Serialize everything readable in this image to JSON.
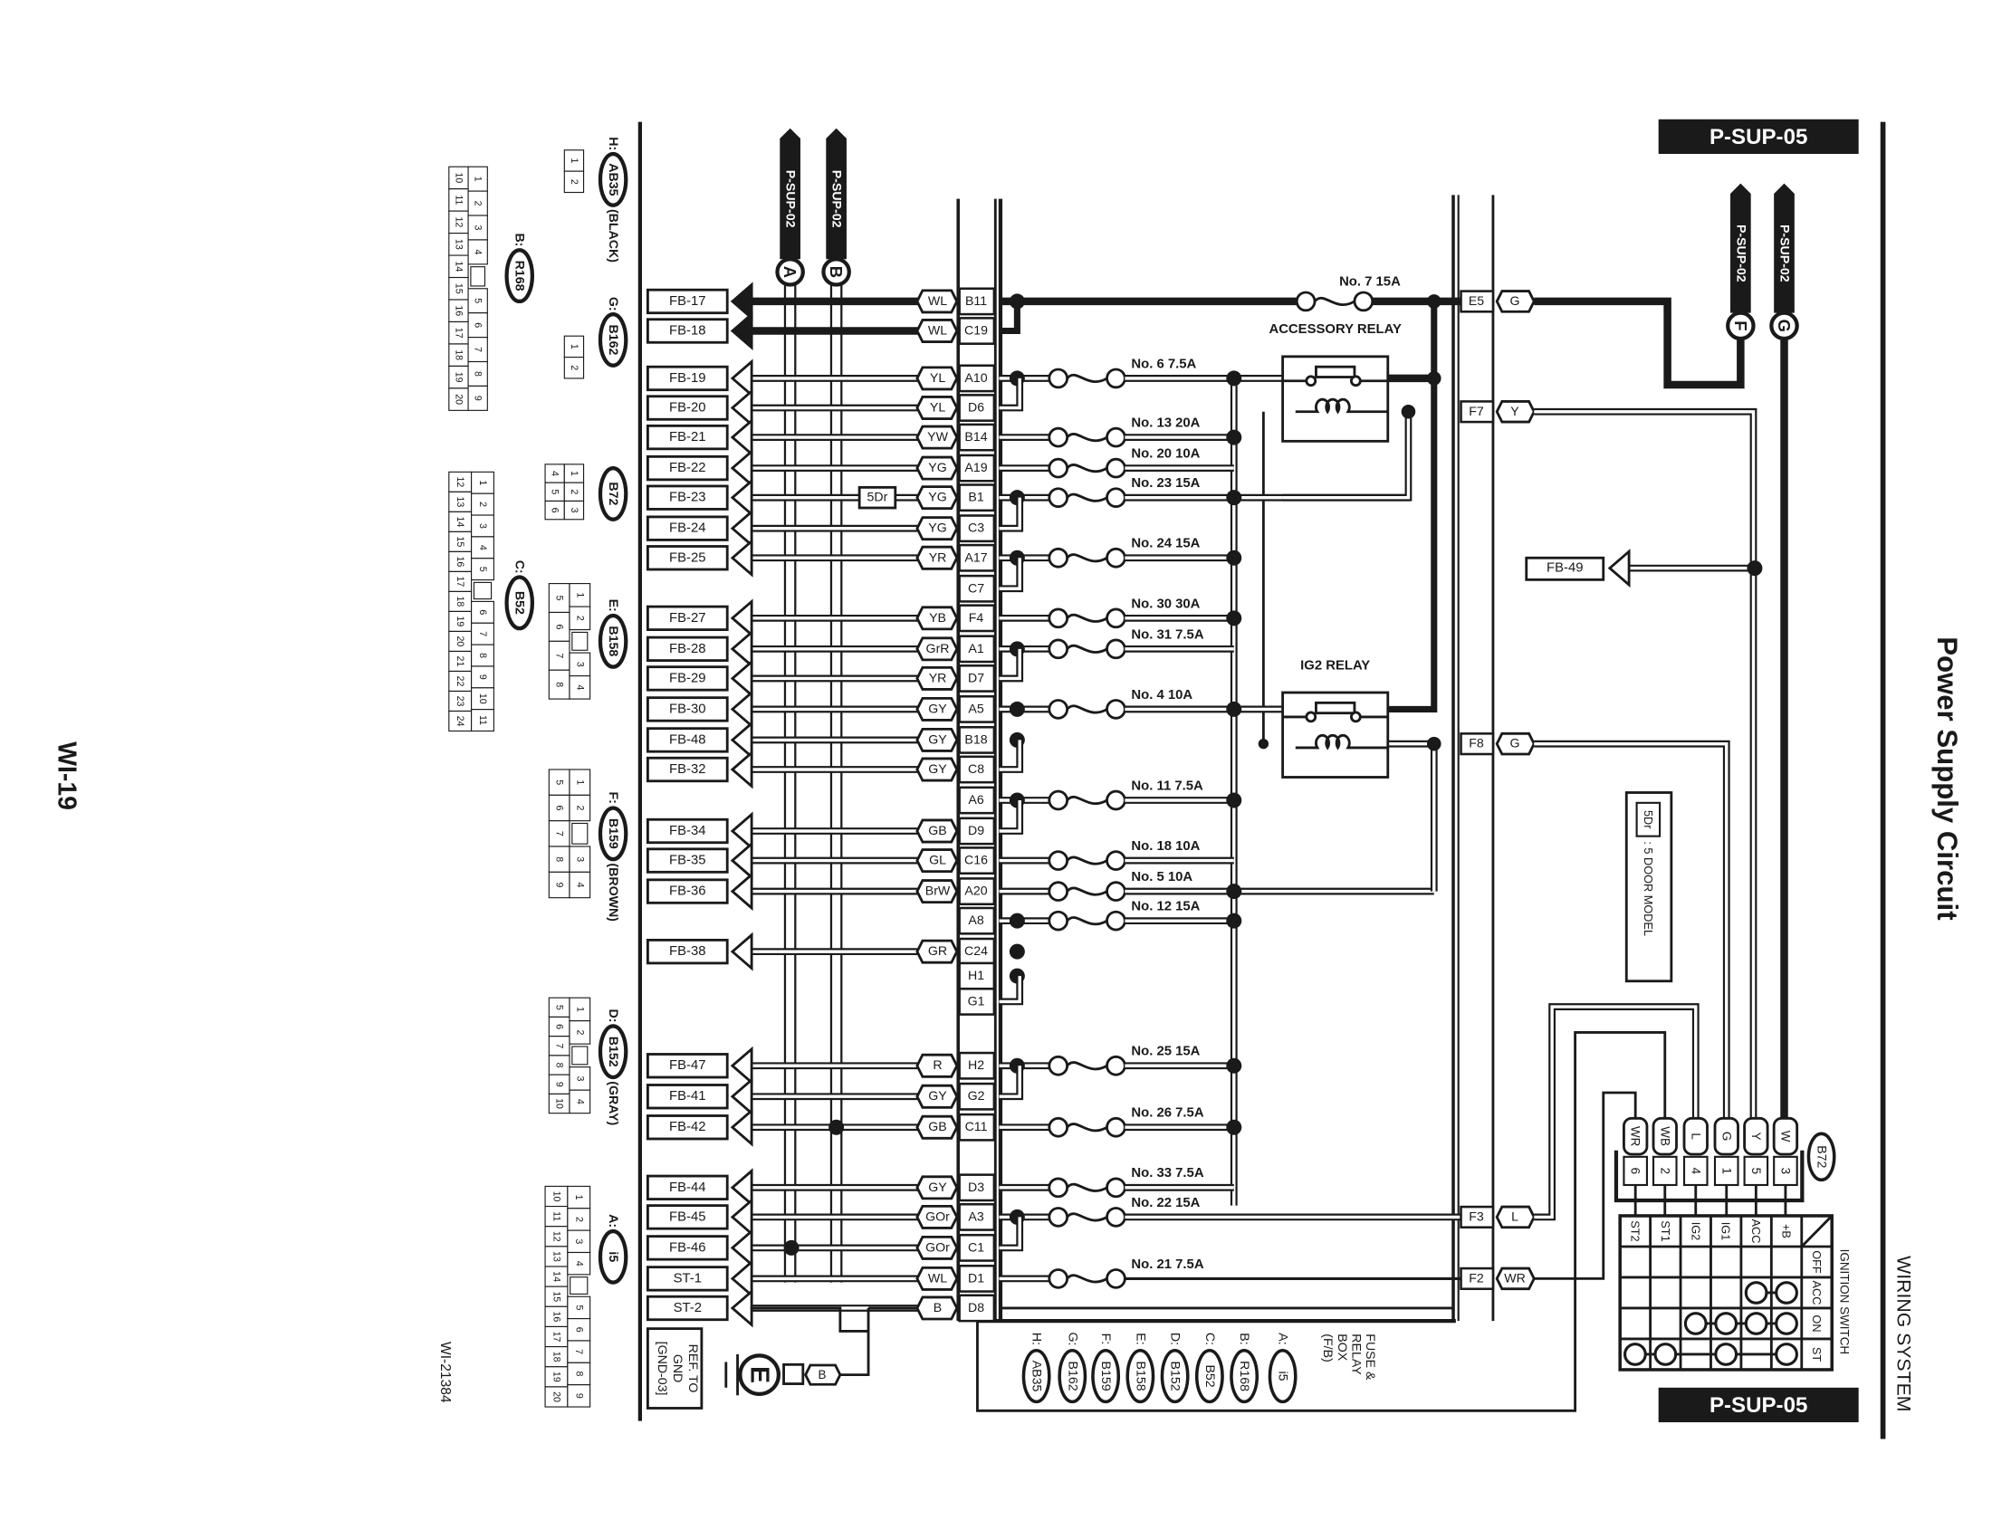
{
  "title": "Power Supply Circuit",
  "section": "WIRING SYSTEM",
  "page": "WI-19",
  "figure_id": "WI-21384",
  "page_code": "P-SUP-05",
  "offpage_left": [
    {
      "ref": "P-SUP-02",
      "letter": "A"
    },
    {
      "ref": "P-SUP-02",
      "letter": "B"
    }
  ],
  "offpage_right": [
    {
      "ref": "P-SUP-02",
      "letter": "F"
    },
    {
      "ref": "P-SUP-02",
      "letter": "G"
    }
  ],
  "rows": [
    {
      "fb": "FB-17",
      "color": "WL",
      "pin": "B11"
    },
    {
      "fb": "FB-18",
      "color": "WL",
      "pin": "C19"
    },
    {
      "fb": "FB-19",
      "color": "YL",
      "pin": "A10"
    },
    {
      "fb": "FB-20",
      "color": "YL",
      "pin": "D6"
    },
    {
      "fb": "FB-21",
      "color": "YW",
      "pin": "B14"
    },
    {
      "fb": "FB-22",
      "color": "YG",
      "pin": "A19"
    },
    {
      "fb": "FB-23",
      "color": "YG",
      "pin": "B1",
      "option": "5Dr"
    },
    {
      "fb": "FB-24",
      "color": "YG",
      "pin": "C3"
    },
    {
      "fb": "FB-25",
      "color": "YR",
      "pin": "A17"
    },
    {
      "fb": "",
      "color": "",
      "pin": "C7"
    },
    {
      "fb": "FB-27",
      "color": "YB",
      "pin": "F4"
    },
    {
      "fb": "FB-28",
      "color": "GrR",
      "pin": "A1"
    },
    {
      "fb": "FB-29",
      "color": "YR",
      "pin": "D7"
    },
    {
      "fb": "FB-30",
      "color": "GY",
      "pin": "A5"
    },
    {
      "fb": "FB-48",
      "color": "GY",
      "pin": "B18"
    },
    {
      "fb": "FB-32",
      "color": "GY",
      "pin": "C8"
    },
    {
      "fb": "",
      "color": "",
      "pin": "A6"
    },
    {
      "fb": "FB-34",
      "color": "GB",
      "pin": "D9"
    },
    {
      "fb": "FB-35",
      "color": "GL",
      "pin": "C16"
    },
    {
      "fb": "FB-36",
      "color": "BrW",
      "pin": "A20"
    },
    {
      "fb": "",
      "color": "",
      "pin": "A8"
    },
    {
      "fb": "FB-38",
      "color": "GR",
      "pin": "C24"
    },
    {
      "fb": "",
      "color": "",
      "pin": "H1"
    },
    {
      "fb": "",
      "color": "",
      "pin": "G1"
    },
    {
      "fb": "FB-47",
      "color": "R",
      "pin": "H2"
    },
    {
      "fb": "FB-41",
      "color": "GY",
      "pin": "G2"
    },
    {
      "fb": "FB-42",
      "color": "GB",
      "pin": "C11"
    },
    {
      "fb": "FB-44",
      "color": "GY",
      "pin": "D3"
    },
    {
      "fb": "FB-45",
      "color": "GOr",
      "pin": "A3"
    },
    {
      "fb": "FB-46",
      "color": "GOr",
      "pin": "C1"
    },
    {
      "fb": "ST-1",
      "color": "WL",
      "pin": "D1"
    },
    {
      "fb": "ST-2",
      "color": "B",
      "pin": "D8"
    }
  ],
  "top_fuse": "No. 7 15A",
  "fuses": [
    {
      "row": 2,
      "label": "No. 6 7.5A"
    },
    {
      "row": 4,
      "label": "No. 13 20A"
    },
    {
      "row": 5,
      "label": "No. 20 10A"
    },
    {
      "row": 6,
      "label": "No. 23 15A"
    },
    {
      "row": 8,
      "label": "No. 24 15A"
    },
    {
      "row": 10,
      "label": "No. 30 30A"
    },
    {
      "row": 11,
      "label": "No. 31 7.5A"
    },
    {
      "row": 13,
      "label": "No. 4 10A"
    },
    {
      "row": 16,
      "label": "No. 11 7.5A"
    },
    {
      "row": 18,
      "label": "No. 18 10A"
    },
    {
      "row": 19,
      "label": "No. 5 10A"
    },
    {
      "row": 20,
      "label": "No. 12 15A"
    },
    {
      "row": 24,
      "label": "No. 25 15A"
    },
    {
      "row": 26,
      "label": "No. 26 7.5A"
    },
    {
      "row": 27,
      "label": "No. 33 7.5A"
    },
    {
      "row": 28,
      "label": "No. 22 15A"
    },
    {
      "row": 30,
      "label": "No. 21 7.5A"
    }
  ],
  "relays": {
    "accessory": "ACCESSORY RELAY",
    "ig2": "IG2 RELAY"
  },
  "fb_connectors": [
    {
      "pin": "E5",
      "color": "G"
    },
    {
      "pin": "F7",
      "color": "Y"
    },
    {
      "pin": "F8",
      "color": "G"
    },
    {
      "pin": "F3",
      "color": "L"
    },
    {
      "pin": "F2",
      "color": "WR"
    }
  ],
  "fb49": "FB-49",
  "option_legend": {
    "code": "5Dr",
    "desc": ": 5 DOOR MODEL"
  },
  "ignition": {
    "title": "IGNITION SWITCH",
    "connector": "B72",
    "pins": [
      {
        "color": "WR",
        "num": "6",
        "term": "ST2"
      },
      {
        "color": "WB",
        "num": "2",
        "term": "ST1"
      },
      {
        "color": "L",
        "num": "4",
        "term": "IG2"
      },
      {
        "color": "G",
        "num": "1",
        "term": "IG1"
      },
      {
        "color": "Y",
        "num": "5",
        "term": "ACC"
      },
      {
        "color": "W",
        "num": "3",
        "term": "+B"
      }
    ],
    "positions": [
      "OFF",
      "ACC",
      "ON",
      "ST"
    ],
    "continuity": {
      "OFF": [],
      "ACC": [
        "ACC",
        "+B"
      ],
      "ON": [
        "IG2",
        "IG1",
        "ACC",
        "+B"
      ],
      "ST": [
        "ST2",
        "ST1",
        "IG1",
        "+B"
      ]
    }
  },
  "ground": {
    "ref": [
      "REF. TO",
      "GND",
      "[GND-03]"
    ],
    "symbol": "E",
    "color": "B"
  },
  "fuse_box": {
    "title": [
      "FUSE &",
      "RELAY",
      "BOX",
      "(F/B)"
    ],
    "connectors": [
      {
        "letter": "A:",
        "id": "i5"
      },
      {
        "letter": "B:",
        "id": "R168"
      },
      {
        "letter": "C:",
        "id": "B52"
      },
      {
        "letter": "D:",
        "id": "B152"
      },
      {
        "letter": "E:",
        "id": "B158"
      },
      {
        "letter": "F:",
        "id": "B159"
      },
      {
        "letter": "G:",
        "id": "B162"
      },
      {
        "letter": "H:",
        "id": "AB35"
      }
    ]
  },
  "connector_views": [
    {
      "letter": "H:",
      "id": "AB35",
      "note": "(BLACK)",
      "inner": [
        1,
        2
      ],
      "outer": []
    },
    {
      "letter": "G:",
      "id": "B162",
      "note": "",
      "inner": [
        1,
        2
      ],
      "outer": []
    },
    {
      "letter": "",
      "id": "B72",
      "note": "",
      "inner": [
        1,
        2,
        3
      ],
      "outer": [
        4,
        5,
        6
      ]
    },
    {
      "letter": "E:",
      "id": "B158",
      "note": "",
      "inner": [
        1,
        2,
        null,
        3,
        4
      ],
      "outer": [
        5,
        6,
        7,
        8
      ]
    },
    {
      "letter": "F:",
      "id": "B159",
      "note": "(BROWN)",
      "inner": [
        1,
        2,
        null,
        3,
        4
      ],
      "outer": [
        5,
        6,
        7,
        8,
        9
      ]
    },
    {
      "letter": "D:",
      "id": "B152",
      "note": "(GRAY)",
      "inner": [
        1,
        2,
        null,
        3,
        4
      ],
      "outer": [
        5,
        6,
        7,
        8,
        9,
        10
      ]
    },
    {
      "letter": "A:",
      "id": "i5",
      "note": "",
      "inner": [
        1,
        2,
        3,
        4,
        null,
        5,
        6,
        7,
        8,
        9
      ],
      "outer": [
        10,
        11,
        12,
        13,
        14,
        15,
        16,
        17,
        18,
        19,
        20
      ]
    },
    {
      "letter": "B:",
      "id": "R168",
      "note": "",
      "inner": [
        1,
        2,
        3,
        4,
        null,
        5,
        6,
        7,
        8,
        9
      ],
      "outer": [
        10,
        11,
        12,
        13,
        14,
        15,
        16,
        17,
        18,
        19,
        20
      ]
    },
    {
      "letter": "C:",
      "id": "B52",
      "note": "",
      "inner": [
        1,
        2,
        3,
        4,
        5,
        null,
        6,
        7,
        8,
        9,
        10,
        11
      ],
      "outer": [
        12,
        13,
        14,
        15,
        16,
        17,
        18,
        19,
        20,
        21,
        22,
        23,
        24
      ]
    }
  ]
}
